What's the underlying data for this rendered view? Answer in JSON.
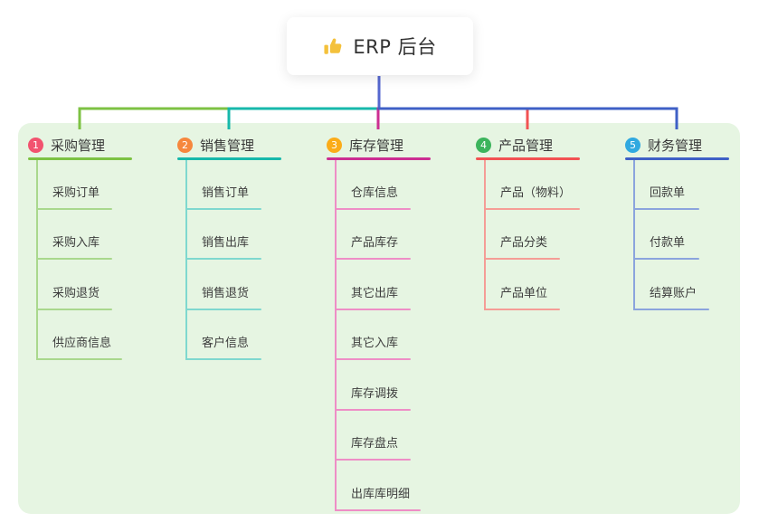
{
  "root": {
    "label": "ERP 后台",
    "icon": "thumbs-up-icon"
  },
  "colors": {
    "canvas_bg": "#ffffff",
    "panel_bg": "#e6f5e2",
    "root_card_bg": "#ffffff",
    "root_text": "#333333",
    "node_text": "#3d3d3d",
    "root_connector": "#5567cf",
    "thumb_icon": "#f4c13b"
  },
  "branches": [
    {
      "index": "1",
      "label": "采购管理",
      "badge_color": "#f2536f",
      "line_color": "#7dc243",
      "child_line_color": "#a9d88d",
      "children": [
        "采购订单",
        "采购入库",
        "采购退货",
        "供应商信息"
      ]
    },
    {
      "index": "2",
      "label": "销售管理",
      "badge_color": "#f6873d",
      "line_color": "#17b8ab",
      "child_line_color": "#7fd8cf",
      "children": [
        "销售订单",
        "销售出库",
        "销售退货",
        "客户信息"
      ]
    },
    {
      "index": "3",
      "label": "库存管理",
      "badge_color": "#fbac19",
      "line_color": "#cc2e92",
      "child_line_color": "#ee8ec6",
      "children": [
        "仓库信息",
        "产品库存",
        "其它出库",
        "其它入库",
        "库存调拨",
        "库存盘点",
        "出库库明细"
      ]
    },
    {
      "index": "4",
      "label": "产品管理",
      "badge_color": "#3cb45c",
      "line_color": "#f25253",
      "child_line_color": "#f59d96",
      "children": [
        "产品（物料）",
        "产品分类",
        "产品单位"
      ]
    },
    {
      "index": "5",
      "label": "财务管理",
      "badge_color": "#30a9e0",
      "line_color": "#3f60c6",
      "child_line_color": "#8ba4dd",
      "children": [
        "回款单",
        "付款单",
        "结算账户"
      ]
    }
  ]
}
